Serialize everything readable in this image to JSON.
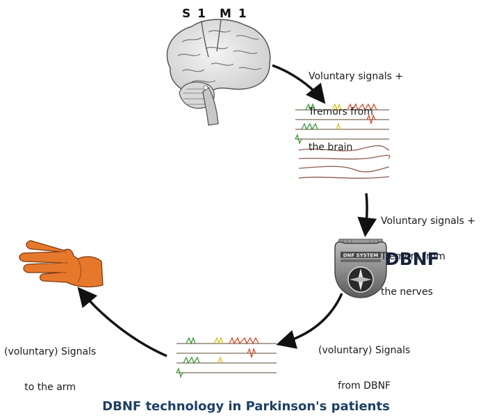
{
  "brain": {
    "label_s1": "S 1",
    "label_m1": "M 1"
  },
  "labels": {
    "brain_signals": [
      "Voluntary signals +",
      "Tremors from",
      "the brain"
    ],
    "nerve_signals": [
      "Voluntary signals +",
      "Tremors from",
      "the nerves"
    ],
    "dbnf_signals": [
      "(voluntary) Signals",
      "from DBNF"
    ],
    "arm_signals": [
      "(voluntary) Signals",
      "to the arm"
    ]
  },
  "device": {
    "name": "DBNF",
    "badge_text": "DNF SYSTEM"
  },
  "caption": "DBNF technology in Parkinson's patients",
  "colors": {
    "arrow": "#111111",
    "caption": "#1e3f66",
    "device_name": "#16243a",
    "hand": "#e6782c",
    "signal_green": "#3a9a3a",
    "signal_yellow": "#d8c21a",
    "signal_red": "#d24a28",
    "signal_brown": "#8a5a4a"
  }
}
